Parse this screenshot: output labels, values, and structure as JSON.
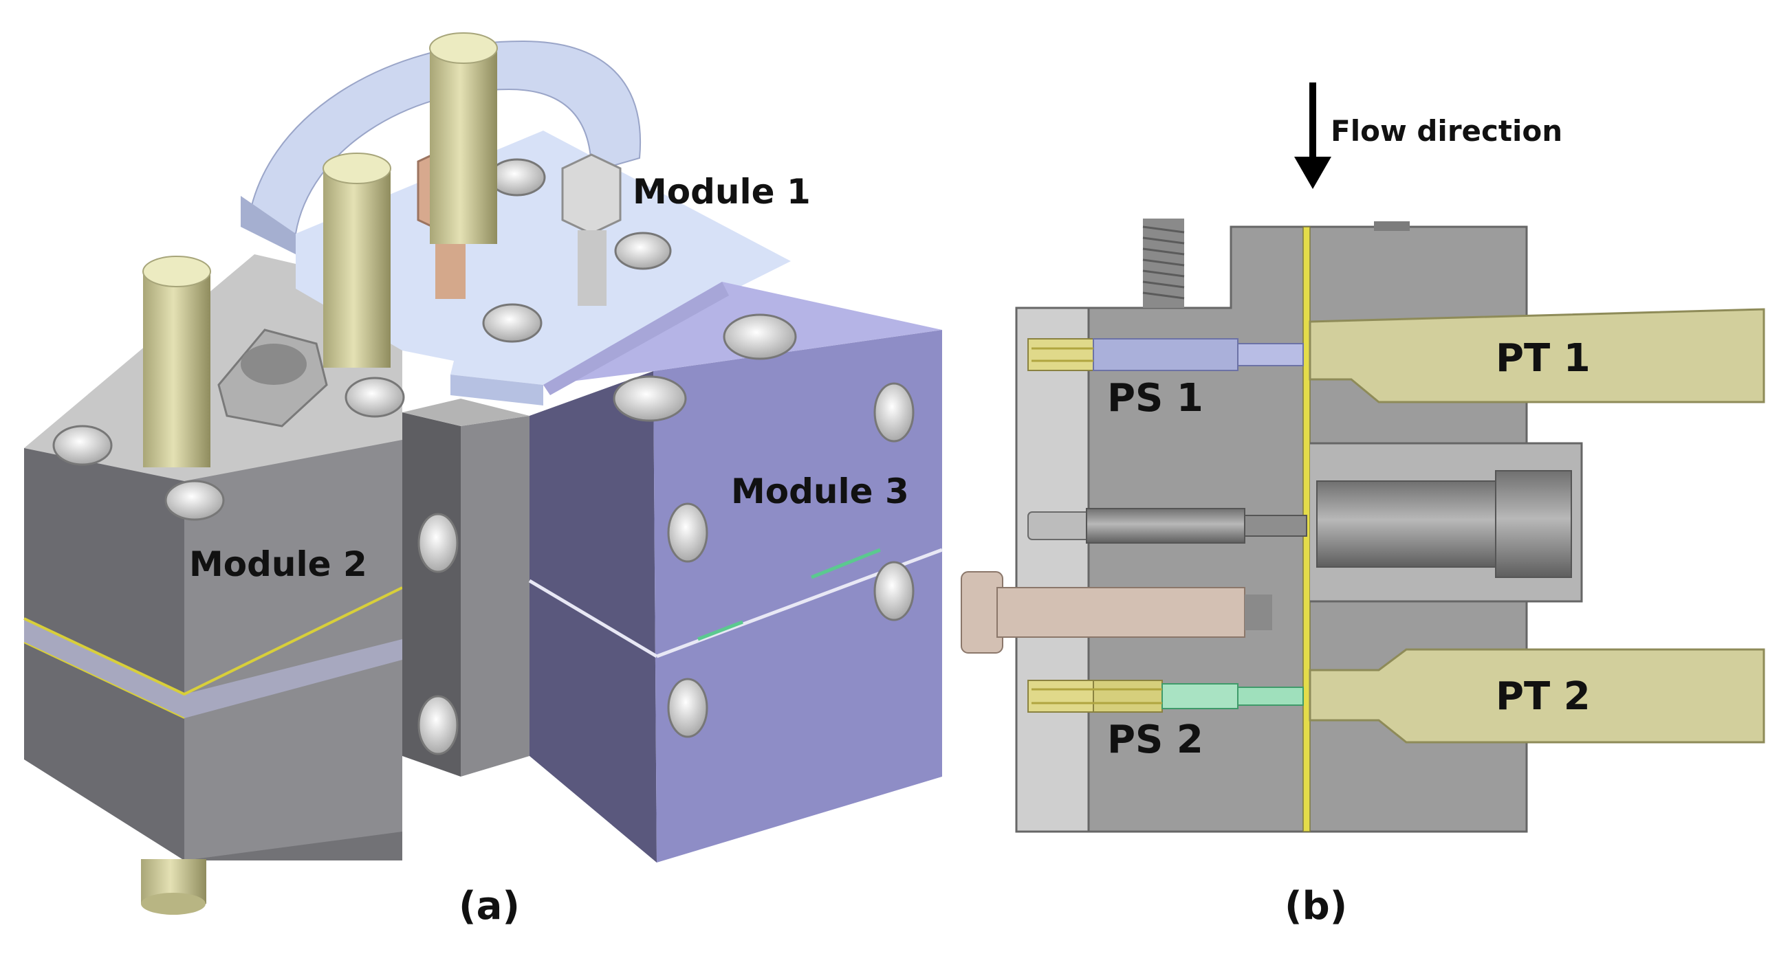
{
  "panel_a": {
    "caption": "(a)",
    "labels": {
      "module_1": "Module 1",
      "module_2": "Module 2",
      "module_3": "Module 3"
    }
  },
  "panel_b": {
    "caption": "(b)",
    "flow_direction": "Flow direction",
    "labels": {
      "pt1": "PT 1",
      "pt2": "PT 2",
      "ps1": "PS 1",
      "ps2": "PS 2"
    }
  },
  "colors": {
    "grey_dark": "#6e6e72",
    "grey_mid": "#8c8c90",
    "grey_light": "#bdbdbd",
    "blue_light": "#cfd9f2",
    "purple": "#8d8cc4",
    "purple_dark": "#5a587d",
    "olive": "#d2cf9c",
    "yellow": "#e8df5a",
    "tan": "#cdb7a8",
    "green": "#8fd9b0"
  }
}
